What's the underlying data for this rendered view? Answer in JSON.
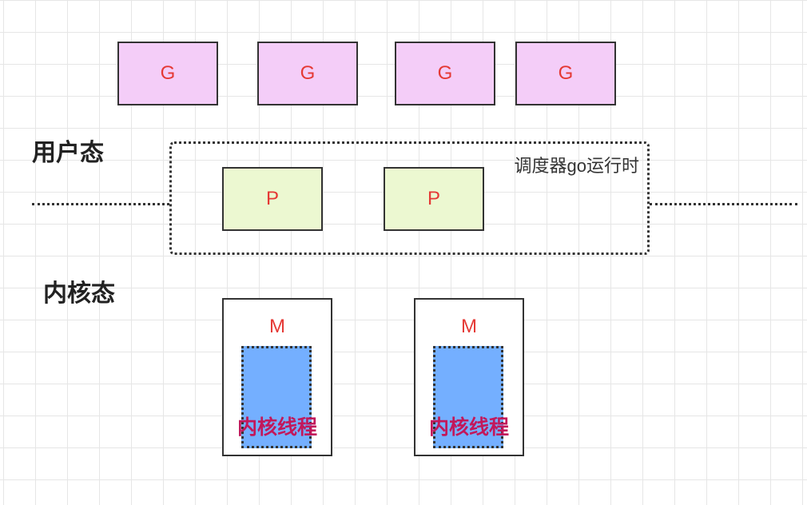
{
  "goroutines": [
    "G",
    "G",
    "G",
    "G"
  ],
  "user_mode_label": "用户态",
  "kernel_mode_label": "内核态",
  "scheduler": {
    "label": "调度器go运行时",
    "processors": [
      "P",
      "P"
    ]
  },
  "machines": [
    {
      "label": "M",
      "thread_label": "内核线程"
    },
    {
      "label": "M",
      "thread_label": "内核线程"
    }
  ],
  "colors": {
    "goroutine_fill": "#f4cdf8",
    "processor_fill": "#ecf8d1",
    "thread_fill": "#74afff",
    "box_text": "#e53935",
    "thread_text": "#c2185b"
  }
}
